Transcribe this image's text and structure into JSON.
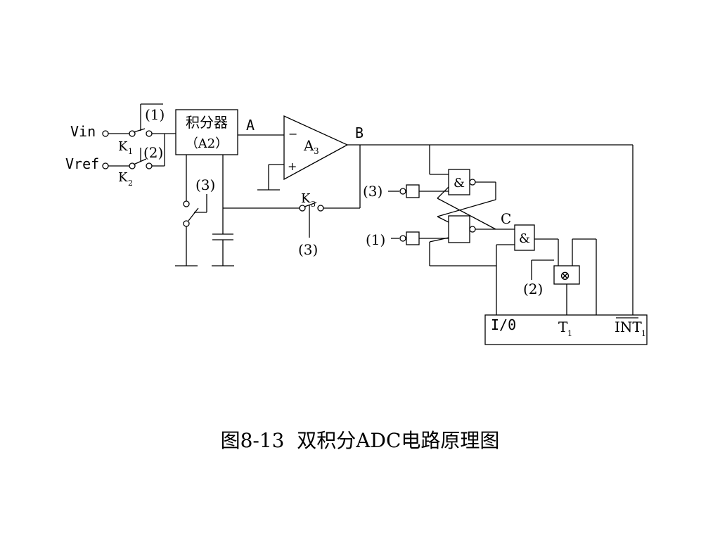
{
  "diagram": {
    "inputs": {
      "vin": "Vin",
      "vref": "Vref"
    },
    "switches": {
      "k1": "K",
      "k1_sub": "1",
      "k2": "K",
      "k2_sub": "2",
      "k3": "K",
      "k3_sub": "3"
    },
    "control_labels": {
      "k1_ctrl": "(1)",
      "k2_ctrl": "(2)",
      "reset_ctrl": "(3)",
      "k3_ctrl": "(3)",
      "gate_in_top": "(3)",
      "gate_in_bottom": "(1)",
      "xor_ctrl": "(2)"
    },
    "integrator": {
      "line1": "积分器",
      "line2": "（A2）"
    },
    "comparator": {
      "label": "A",
      "label_sub": "3",
      "minus": "−",
      "plus": "+"
    },
    "nodes": {
      "a": "A",
      "b": "B",
      "c": "C"
    },
    "gates": {
      "and_symbol": "&",
      "xor_symbol": "⊗"
    },
    "mcu": {
      "io": "I/0",
      "t1": "T",
      "t1_sub": "1",
      "int1": "INT",
      "int1_sub": "1"
    }
  },
  "caption": {
    "prefix": "图8-13",
    "text": "双积分ADC电路原理图"
  }
}
